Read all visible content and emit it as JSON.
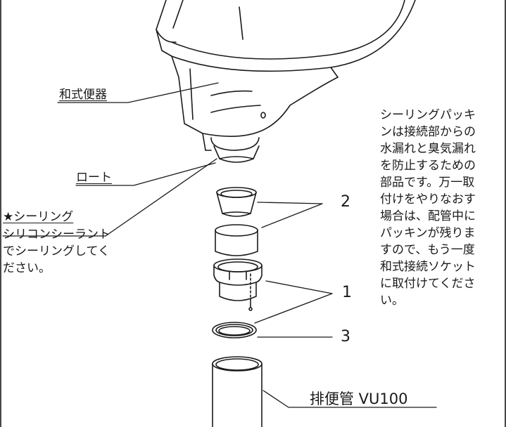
{
  "labels": {
    "toilet": "和式便器",
    "funnel": "ロート",
    "sealing": "★シーリング",
    "pipe": "排便管 VU100"
  },
  "sealing_instructions": [
    "シリコンシーラント",
    "でシーリングしてく",
    "ださい。"
  ],
  "part_numbers": {
    "packing": "2",
    "socket": "1",
    "ring": "3"
  },
  "note_lines": [
    "シーリングパッキ",
    "ンは接続部からの",
    "水漏れと臭気漏れ",
    "を防止するための",
    "部品です。万一取",
    "付けをやりなおす",
    "場合は、配管中に",
    "パッキンが残りま",
    "すので、もう一度",
    "和式接続ソケット",
    "に取付けてくださ",
    "い。"
  ]
}
